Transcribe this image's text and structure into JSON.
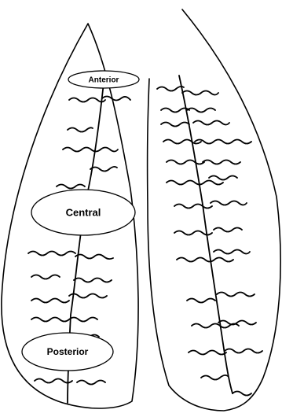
{
  "labels": {
    "anterior": "Anterior",
    "central": "Central",
    "posterior": "Posterior"
  },
  "colors": {
    "stroke": "#000000",
    "background": "#ffffff"
  }
}
